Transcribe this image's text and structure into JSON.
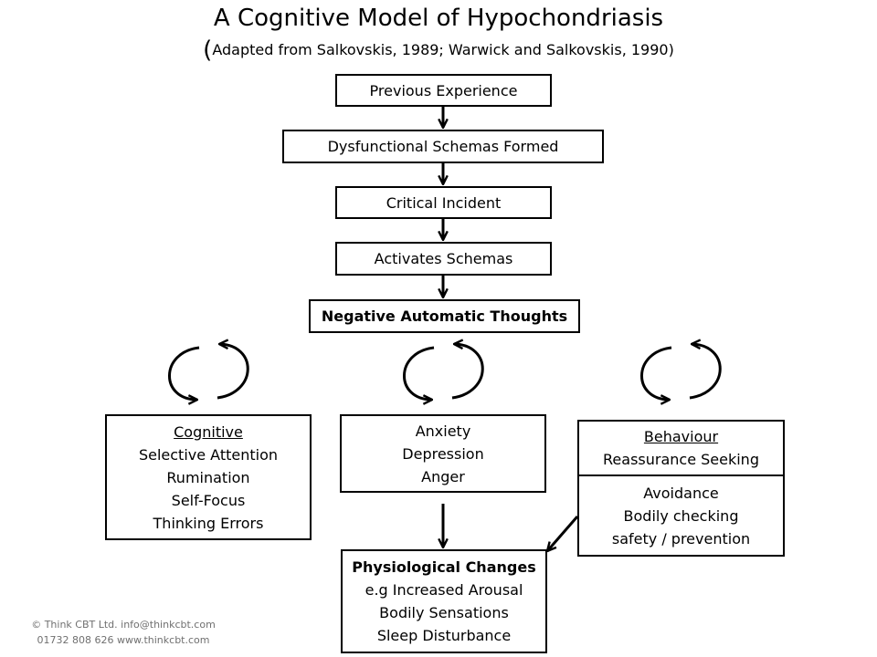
{
  "title": "A Cognitive Model of Hypochondriasis",
  "subtitle": {
    "open": "(",
    "text": "Adapted from Salkovskis, 1989; Warwick and Salkovskis, 1990)"
  },
  "chain": {
    "previous_experience": "Previous Experience",
    "dysfunctional_schemas": "Dysfunctional Schemas Formed",
    "critical_incident": "Critical Incident",
    "activates_schemas": "Activates Schemas",
    "negative_thoughts": "Negative Automatic Thoughts"
  },
  "cognitive": {
    "heading": "Cognitive",
    "items": [
      "Selective Attention",
      "Rumination",
      "Self-Focus",
      "Thinking Errors"
    ]
  },
  "emotions": {
    "items": [
      "Anxiety",
      "Depression",
      "Anger"
    ]
  },
  "behaviour": {
    "heading": "Behaviour",
    "item": "Reassurance Seeking"
  },
  "avoidance": {
    "items": [
      "Avoidance",
      "Bodily checking",
      "safety / prevention"
    ]
  },
  "physiological": {
    "heading": "Physiological Changes",
    "items": [
      "e.g Increased Arousal",
      "Bodily Sensations",
      "Sleep Disturbance"
    ]
  },
  "footer": {
    "line1": "© Think CBT Ltd. info@thinkcbt.com",
    "line2": "01732 808 626 www.thinkcbt.com"
  }
}
